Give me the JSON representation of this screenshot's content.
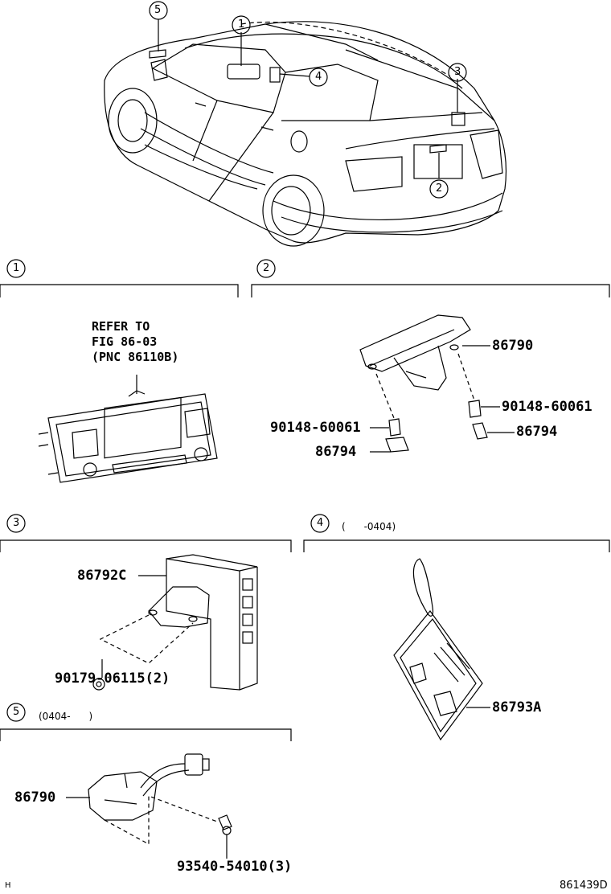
{
  "overview": {
    "callouts": [
      "5",
      "1",
      "4",
      "3",
      "2"
    ]
  },
  "sections": [
    {
      "number": "1",
      "range": "",
      "note_lines": [
        "REFER TO",
        "FIG 86-03",
        "(PNC 86110B)"
      ],
      "parts": []
    },
    {
      "number": "2",
      "range": "",
      "parts": [
        "86790",
        "90148-60061",
        "90148-60061",
        "86794",
        "86794"
      ]
    },
    {
      "number": "3",
      "range": "",
      "parts": [
        "86792C",
        "90179-06115(2)"
      ]
    },
    {
      "number": "4",
      "range": "(      -0404)",
      "parts": [
        "86793A"
      ]
    },
    {
      "number": "5",
      "range": "(0404-      )",
      "parts": [
        "86790",
        "93540-54010(3)"
      ]
    }
  ],
  "footer": {
    "left_mark": "H",
    "figure_id": "861439D"
  }
}
